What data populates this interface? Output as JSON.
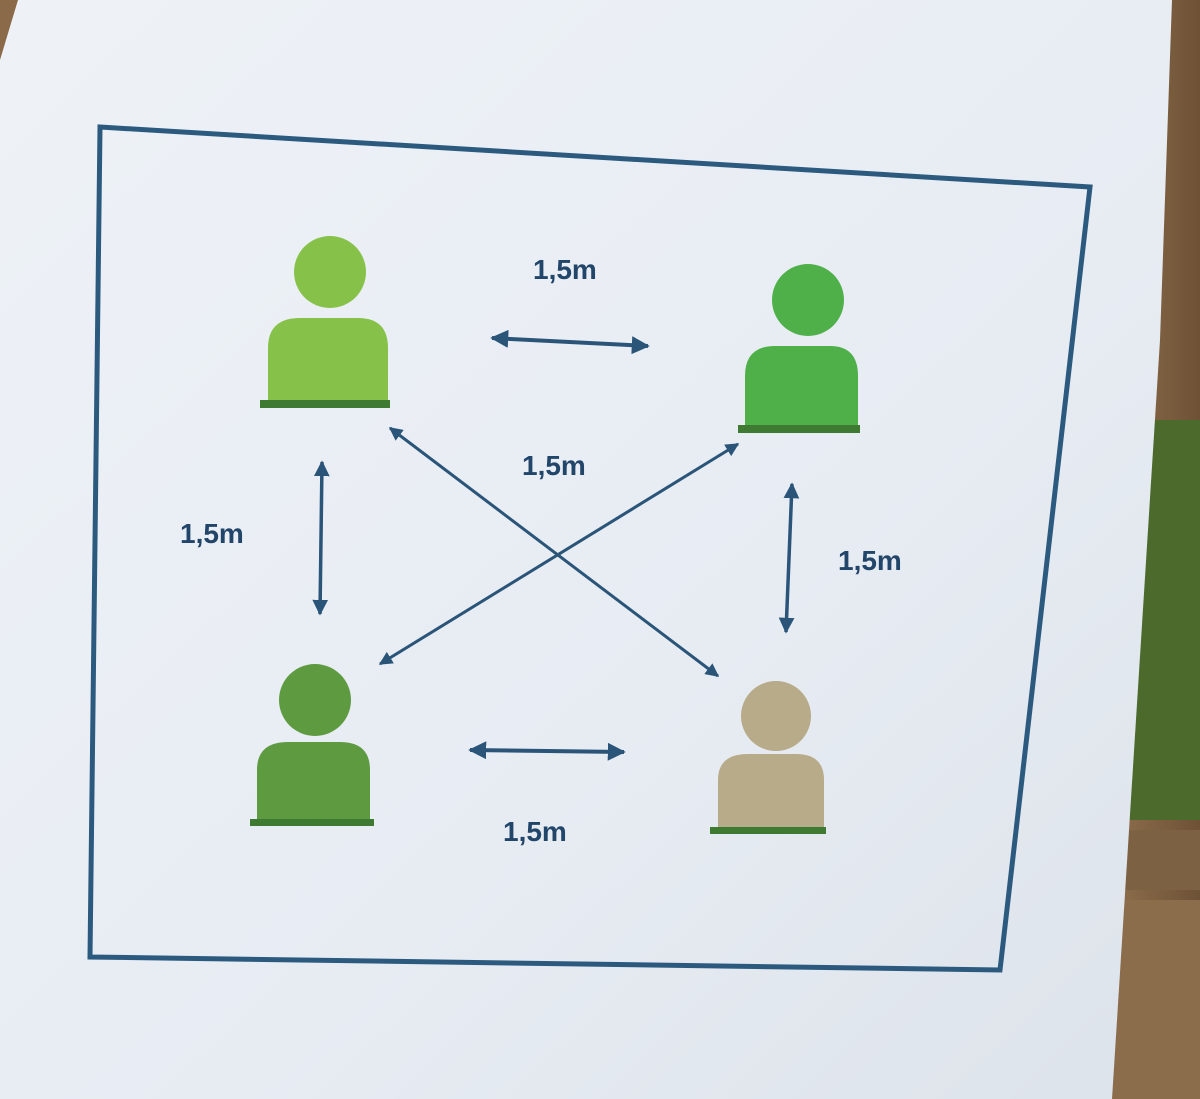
{
  "distance_labels": {
    "top": "1,5m",
    "center": "1,5m",
    "left": "1,5m",
    "right": "1,5m",
    "bottom": "1,5m"
  },
  "colors": {
    "person_top_left": "#86c24a",
    "person_top_right": "#4fb04a",
    "person_bottom_left": "#5d9a40",
    "person_bottom_right": "#b8ab8a",
    "person_base": "#3f7a33",
    "arrow": "#2a5478",
    "frame": "#2b5a7e",
    "paper": "#e9eef5",
    "wood": "#8a6a48",
    "foliage": "#4b6a2c"
  },
  "icons": [
    "person-icon",
    "double-arrow-icon"
  ]
}
